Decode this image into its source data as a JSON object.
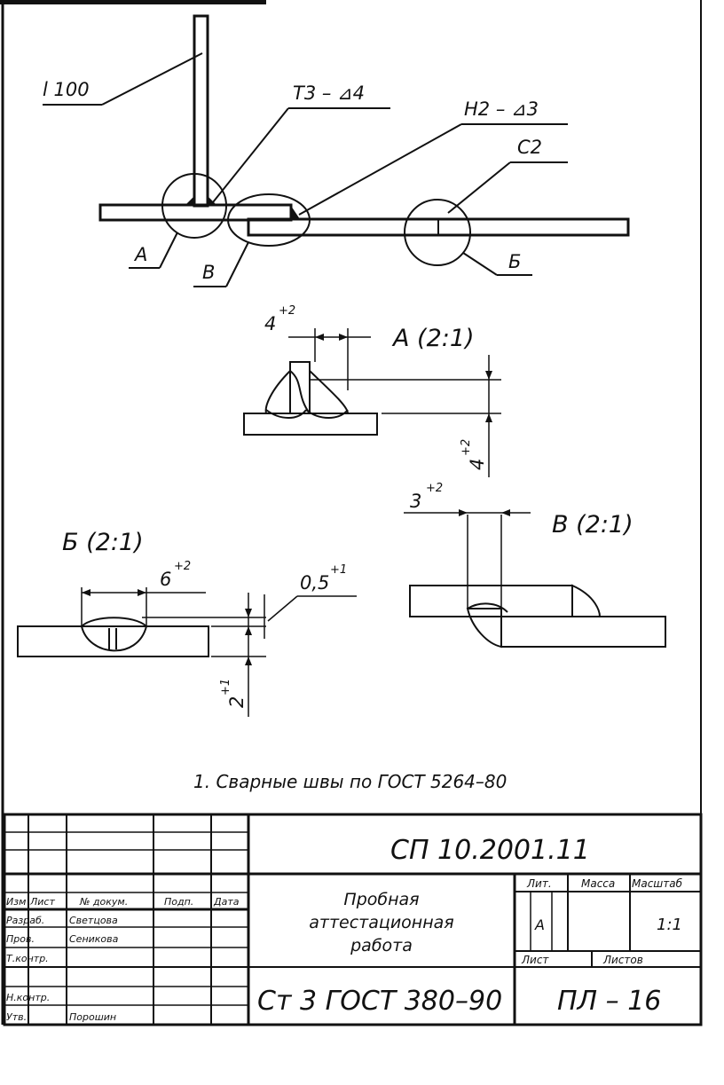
{
  "labels": {
    "strip_label": "l 100",
    "weld_t3": "Т3 – ⊿4",
    "weld_n2": "Н2 – ⊿3",
    "weld_c2": "С2",
    "callout_a": "А",
    "callout_v": "В",
    "callout_b": "Б"
  },
  "details": {
    "a": {
      "title": "А (2:1)",
      "dim_top": "4",
      "dim_top_tol": "+2",
      "dim_side": "4",
      "dim_side_tol": "+2"
    },
    "b": {
      "title": "Б (2:1)",
      "dim_width": "6",
      "dim_width_tol": "+2",
      "dim_reinf": "0,5",
      "dim_reinf_tol": "+1",
      "dim_thick": "2",
      "dim_thick_tol": "+1"
    },
    "v": {
      "title": "В (2:1)",
      "dim_gap": "3",
      "dim_gap_tol": "+2"
    }
  },
  "note": "1. Сварные швы по ГОСТ 5264–80",
  "title_block": {
    "doc_code": "СП 10.2001.11",
    "doc_name_line1": "Пробная",
    "doc_name_line2": "аттестационная",
    "doc_name_line3": "работа",
    "material": "Ст 3 ГОСТ 380–90",
    "sheet_code": "ПЛ – 16",
    "hdr_izm": "Изм",
    "hdr_list": "Лист",
    "hdr_ndoc": "№ докум.",
    "hdr_podp": "Подп.",
    "hdr_data": "Дата",
    "row_razrab": "Разраб.",
    "row_prov": "Пров.",
    "row_tkontr": "Т.контр.",
    "row_nkontr": "Н.контр.",
    "row_utv": "Утв.",
    "name_razrab": "Светцова",
    "name_prov": "Сеникова",
    "name_utv": "Порошин",
    "hdr_lit": "Лит.",
    "hdr_massa": "Масса",
    "hdr_masshtab": "Масштаб",
    "lit_value": "А",
    "scale_value": "1:1",
    "hdr_sheet": "Лист",
    "hdr_sheets": "Листов"
  }
}
